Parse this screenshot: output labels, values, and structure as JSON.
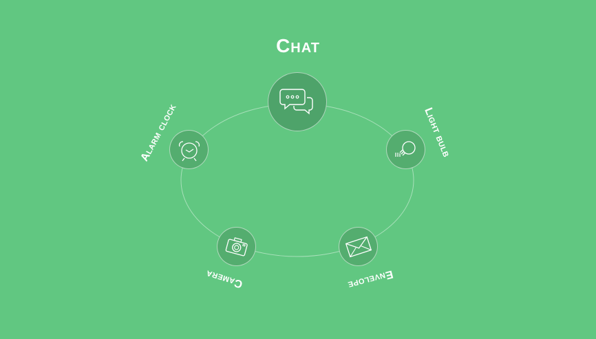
{
  "title": "Chat",
  "accent_color": "#61c781",
  "node_color": "#54ad6f",
  "items": [
    {
      "label": "Chat",
      "icon": "chat-bubbles-icon",
      "active": true
    },
    {
      "label": "Light bulb",
      "icon": "light-bulb-icon",
      "active": false
    },
    {
      "label": "Envelope",
      "icon": "envelope-icon",
      "active": false
    },
    {
      "label": "Camera",
      "icon": "camera-icon",
      "active": false
    },
    {
      "label": "Alarm clock",
      "icon": "alarm-clock-icon",
      "active": false
    }
  ]
}
